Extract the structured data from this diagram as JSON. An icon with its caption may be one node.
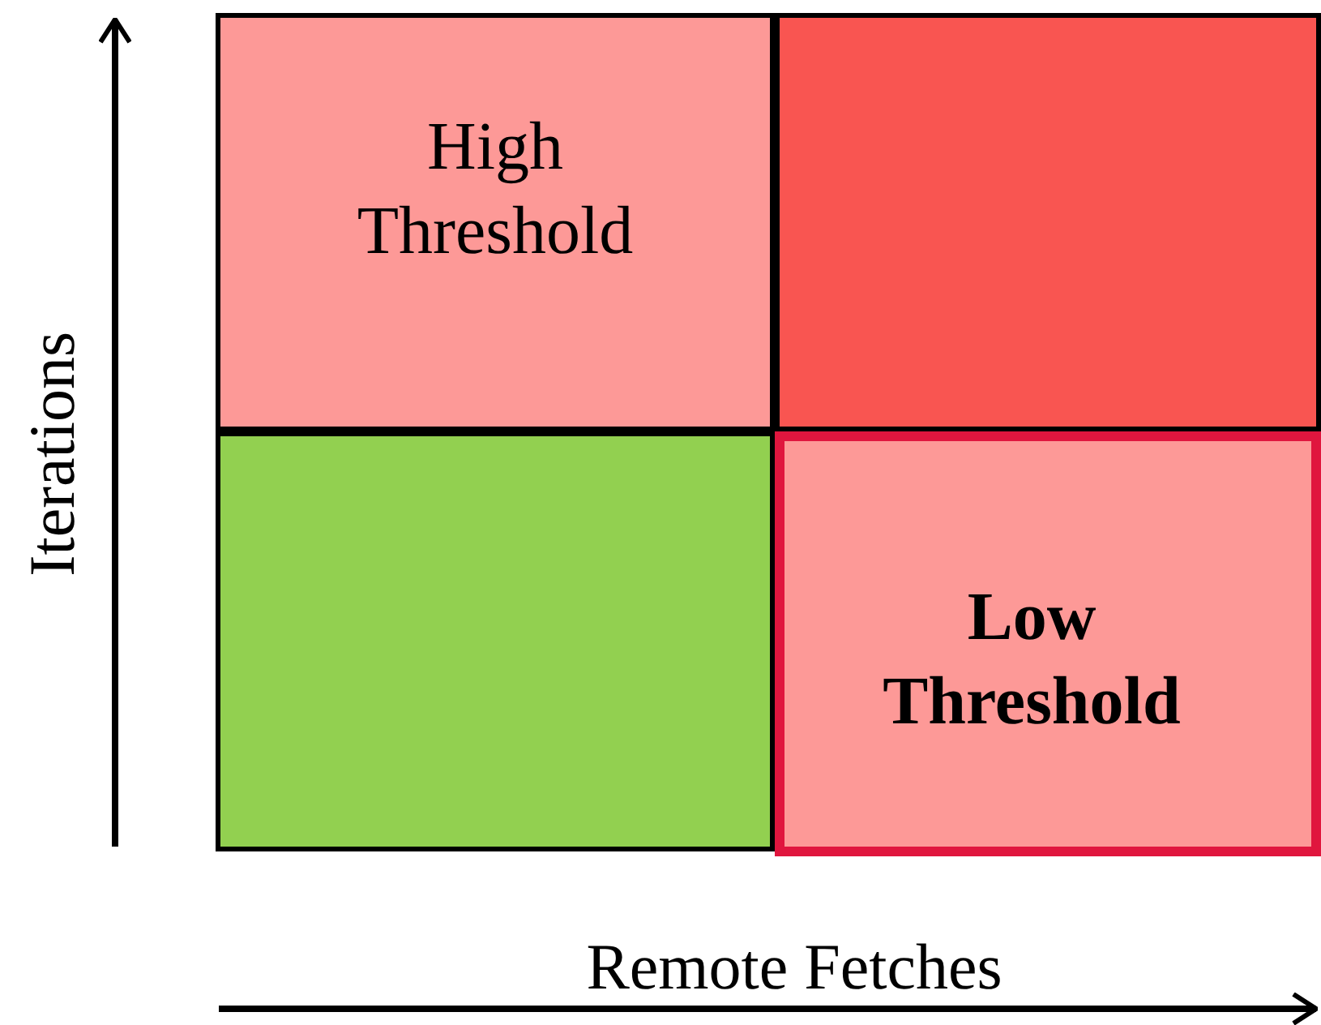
{
  "diagram": {
    "nodes": [
      {
        "text": [
          "High Threshold"
        ]
      },
      {
        "text": [],
        "shape": "box"
      },
      {
        "text": [],
        "shape": "box"
      },
      {
        "text": [
          "Low Threshold"
        ]
      }
    ],
    "labels": [
      "Iterations",
      "Remote Fetches"
    ]
  }
}
